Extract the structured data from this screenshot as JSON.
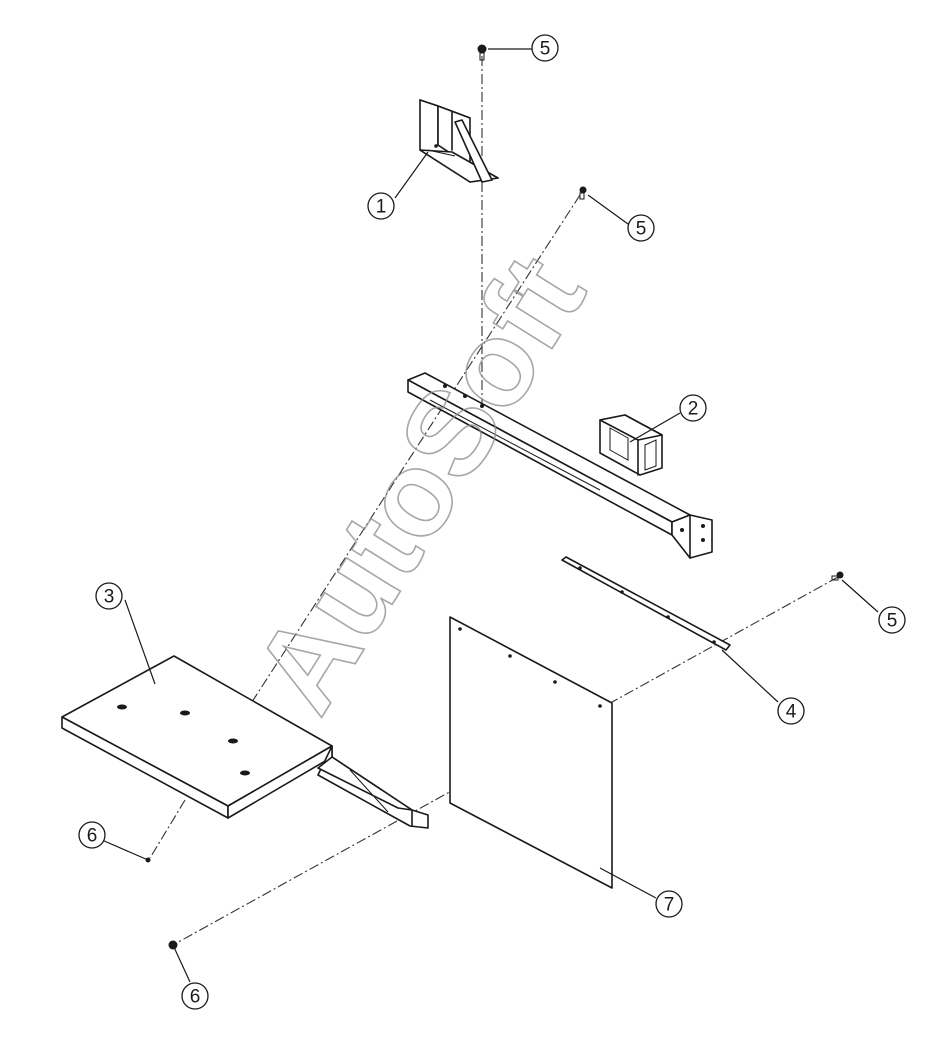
{
  "watermark": "AutoSoft",
  "callouts": [
    {
      "id": "callout-1",
      "label": "1"
    },
    {
      "id": "callout-2",
      "label": "2"
    },
    {
      "id": "callout-3",
      "label": "3"
    },
    {
      "id": "callout-4",
      "label": "4"
    },
    {
      "id": "callout-5a",
      "label": "5"
    },
    {
      "id": "callout-5b",
      "label": "5"
    },
    {
      "id": "callout-5c",
      "label": "5"
    },
    {
      "id": "callout-6a",
      "label": "6"
    },
    {
      "id": "callout-6b",
      "label": "6"
    },
    {
      "id": "callout-7",
      "label": "7"
    }
  ]
}
